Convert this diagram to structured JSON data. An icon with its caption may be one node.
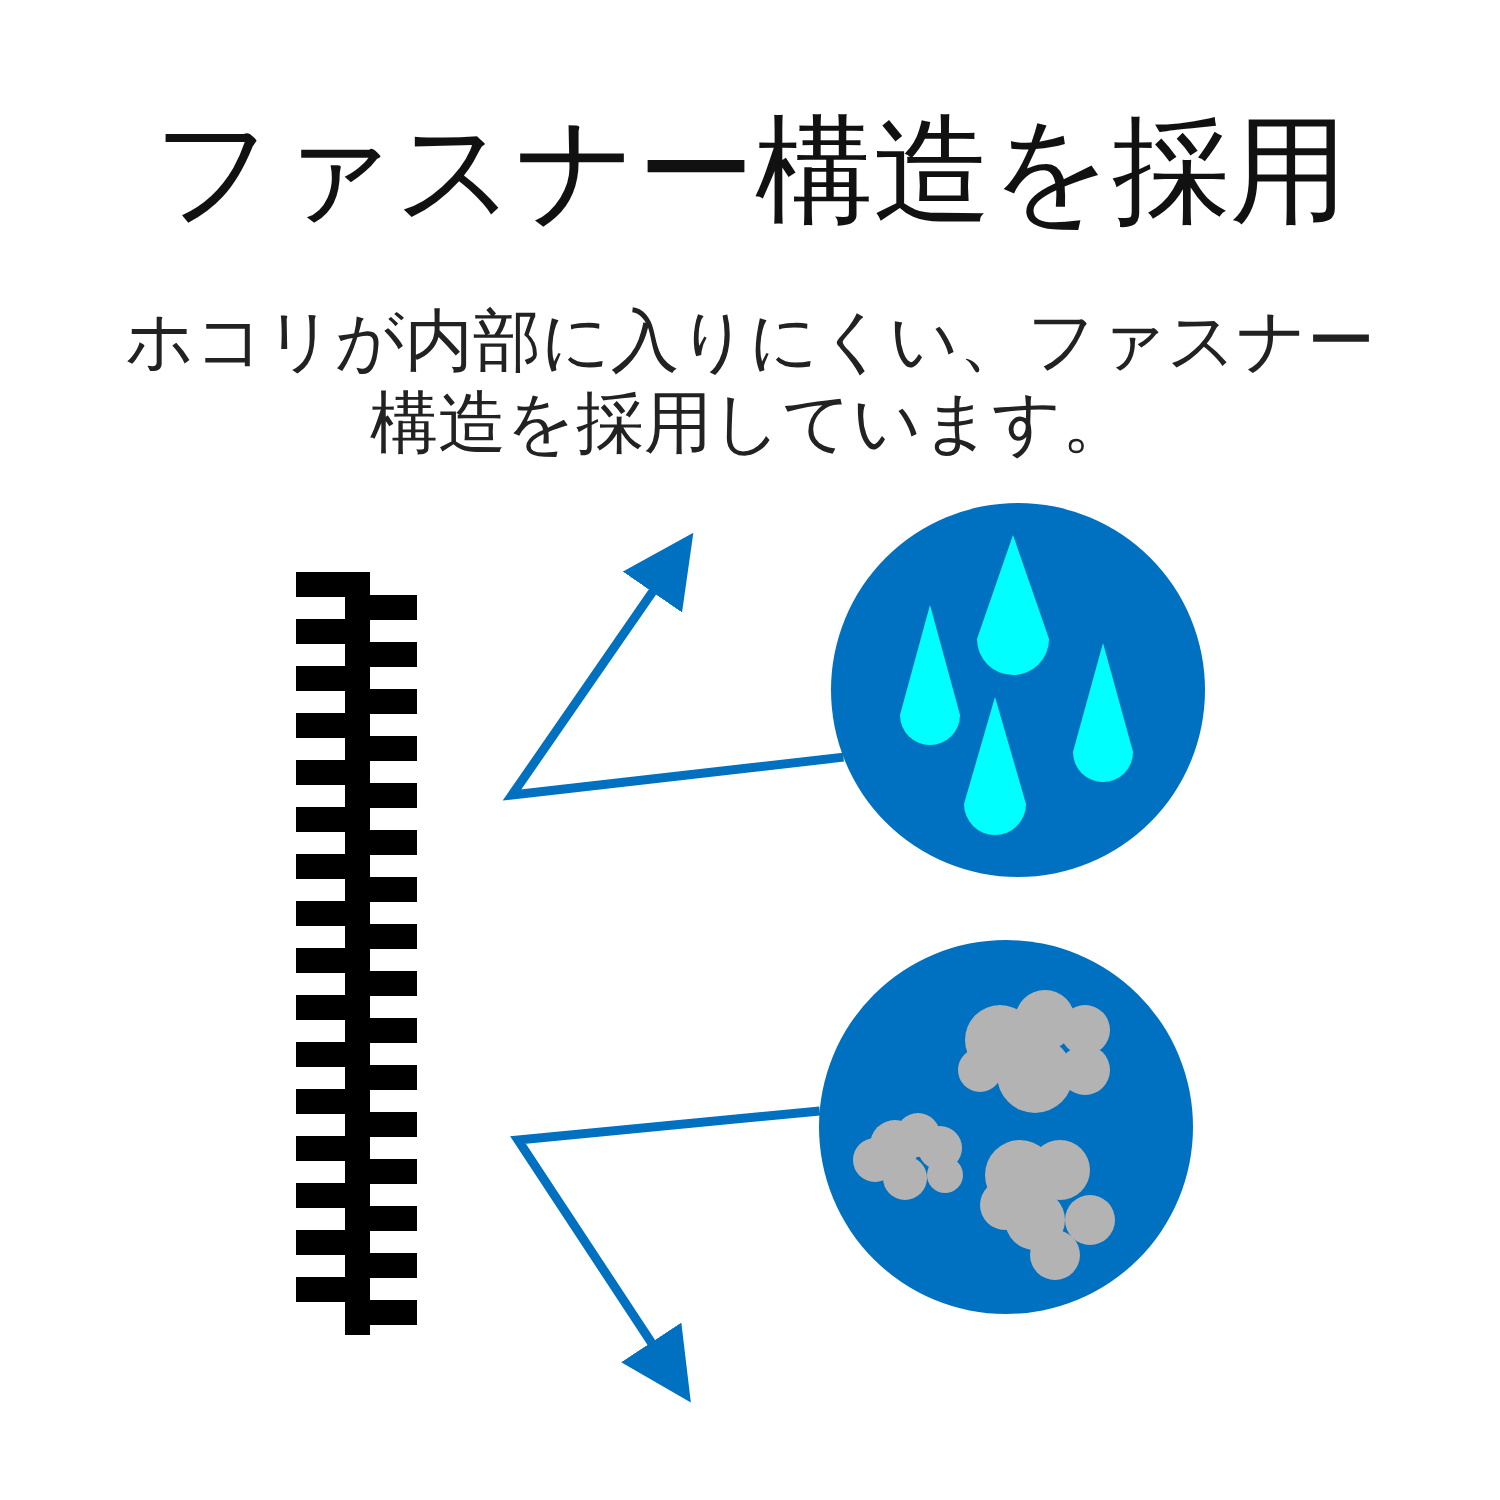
{
  "diagram": {
    "title": "ファスナー構造を採用",
    "nodes": [
      {
        "text": [],
        "shape": "circle"
      },
      {
        "text": [],
        "shape": "circle"
      }
    ],
    "edges": [
      {
        "from": 0,
        "to": null,
        "arrow": "to"
      },
      {
        "from": 1,
        "to": null,
        "arrow": "to"
      }
    ],
    "labels": [
      "ホコリが内部に入りにくい、ファスナー構造を採用しています。"
    ]
  }
}
